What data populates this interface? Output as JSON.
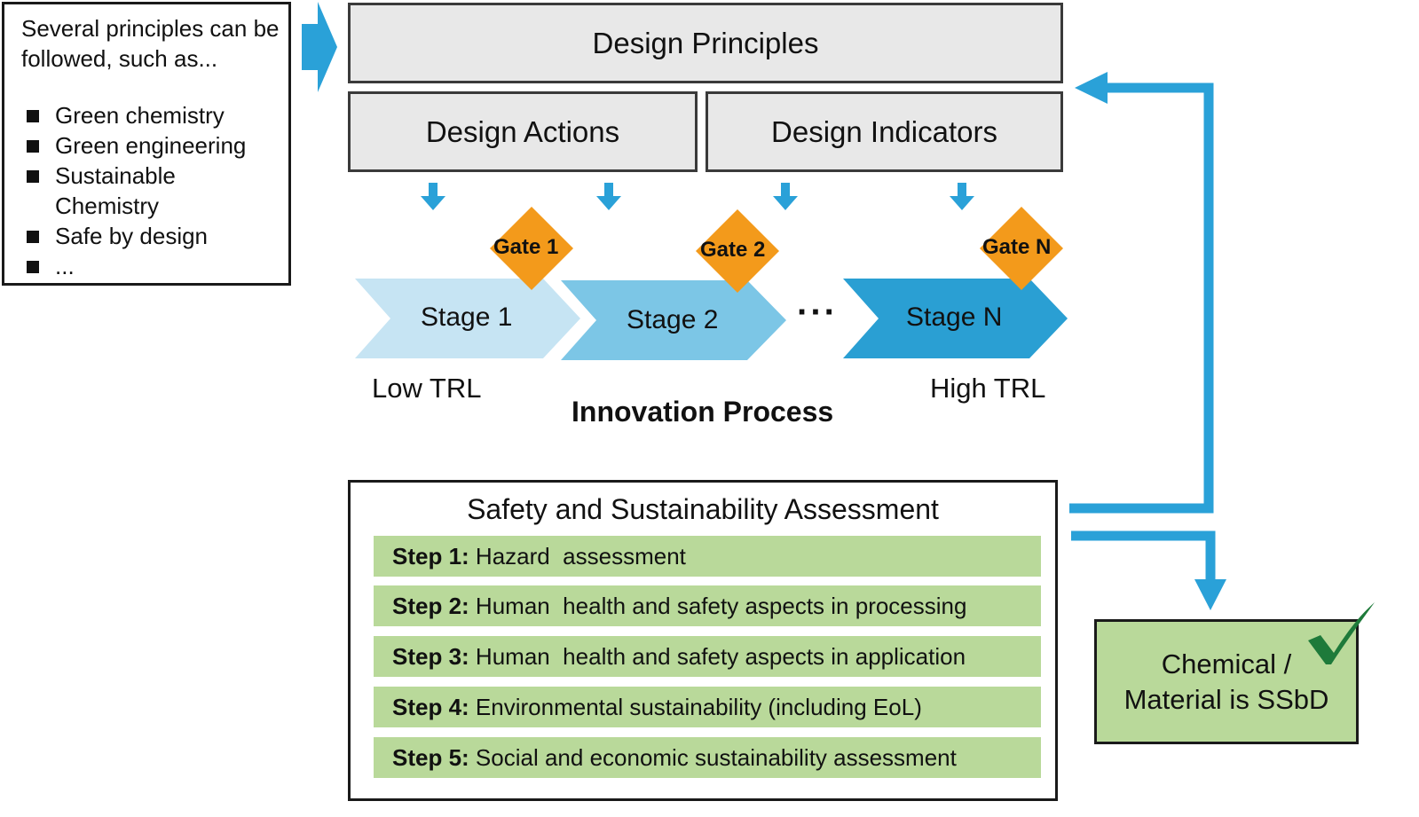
{
  "principles_box": {
    "intro": "Several principles can be followed, such as...",
    "items": [
      "Green chemistry",
      "Green engineering",
      "Sustainable Chemistry",
      "Safe by design",
      "..."
    ]
  },
  "design": {
    "principles": "Design Principles",
    "actions": "Design Actions",
    "indicators": "Design Indicators"
  },
  "innovation": {
    "stages": [
      "Stage 1",
      "Stage 2",
      "Stage N"
    ],
    "gates": [
      "Gate 1",
      "Gate 2",
      "Gate N"
    ],
    "ellipsis": "···",
    "low_trl": "Low TRL",
    "high_trl": "High TRL",
    "title": "Innovation Process"
  },
  "assessment": {
    "title": "Safety and Sustainability Assessment",
    "steps": [
      {
        "label": "Step 1:",
        "text": "Hazard  assessment"
      },
      {
        "label": "Step 2:",
        "text": "Human  health and safety aspects in processing"
      },
      {
        "label": "Step 3:",
        "text": "Human  health and safety aspects in application"
      },
      {
        "label": "Step 4:",
        "text": "Environmental sustainability (including EoL)"
      },
      {
        "label": "Step 5:",
        "text": "Social and economic sustainability assessment"
      }
    ]
  },
  "result": {
    "text": "Chemical / Material is SSbD"
  },
  "colors": {
    "arrow_blue": "#2aa1d8",
    "stage1": "#c6e4f3",
    "stage2": "#7cc6e6",
    "stageN": "#2a9fd3",
    "gate": "#f39a1b",
    "step_green": "#b9d99a",
    "check_green": "#1e7a3a"
  }
}
